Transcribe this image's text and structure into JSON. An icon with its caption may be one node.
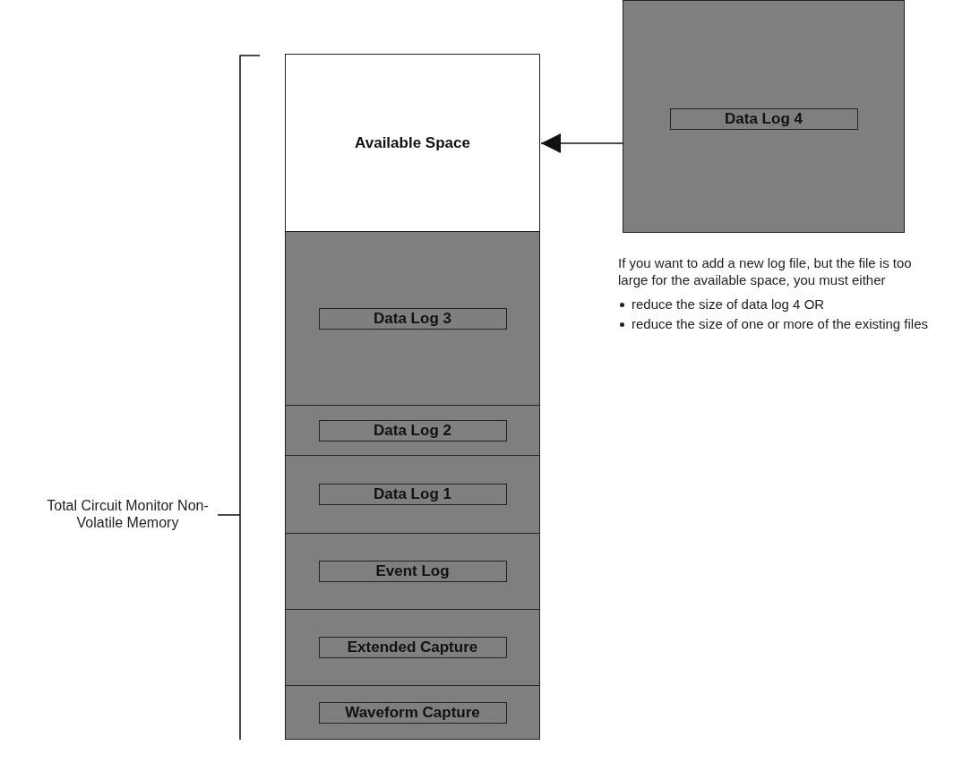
{
  "diagram": {
    "nodes": [
      {
        "text": [
          "Available Space"
        ]
      },
      {
        "text": [
          "Data Log 3"
        ]
      },
      {
        "text": [
          "Data Log 2"
        ]
      },
      {
        "text": [
          "Data Log 1"
        ]
      },
      {
        "text": [
          "Event Log"
        ]
      },
      {
        "text": [
          "Extended Capture"
        ]
      },
      {
        "text": [
          "Waveform Capture"
        ]
      },
      {
        "text": [
          "Data Log 4"
        ]
      }
    ],
    "edges": [
      {
        "from": 7,
        "to": 0,
        "arrow": "to"
      }
    ],
    "labels": [
      "Total Circuit Monitor Non-Volatile Memory",
      "If you want to add a new log file, but the file is too large for the available space, you must either",
      "reduce the size of data log 4 OR",
      "reduce the size of one or more of the existing files"
    ]
  }
}
